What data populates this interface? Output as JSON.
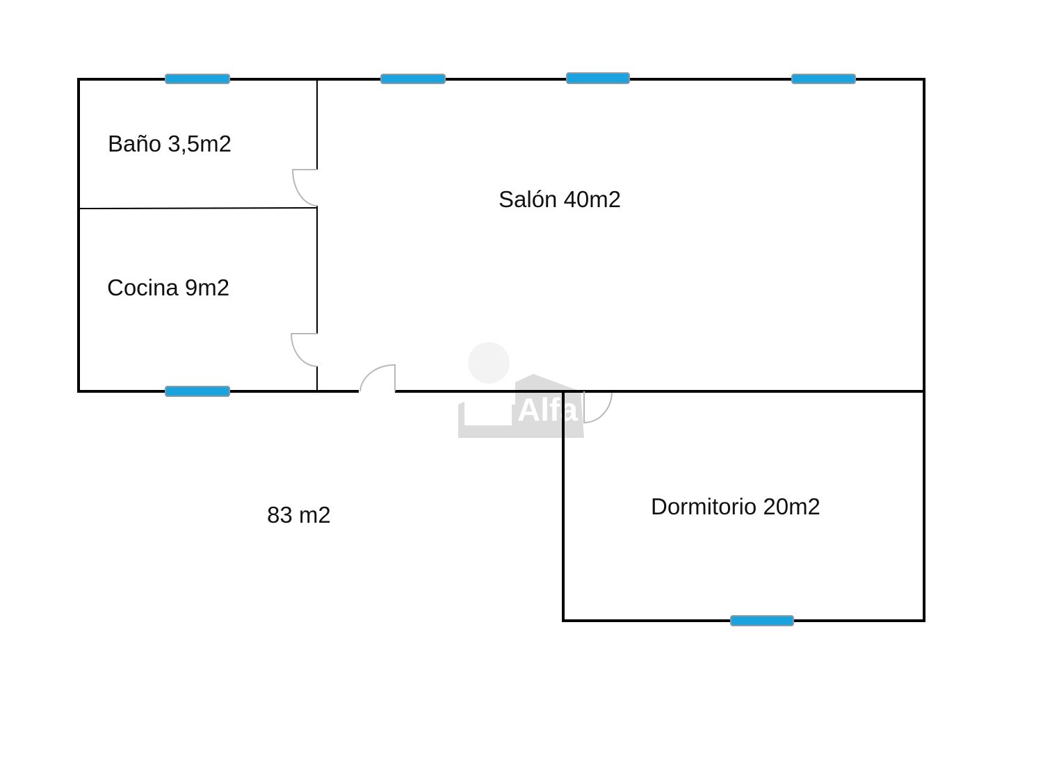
{
  "rooms": {
    "bano": "Baño 3,5m2",
    "salon": "Salón 40m2",
    "cocina": "Cocina 9m2",
    "dormitorio": "Dormitorio 20m2"
  },
  "total_area": "83 m2",
  "watermark": "Alfa",
  "colors": {
    "wall": "#000000",
    "window": "#1ba3e0",
    "window_border": "#8a9aa3",
    "door": "#b8b8b8",
    "watermark": "#d6d6d6"
  }
}
